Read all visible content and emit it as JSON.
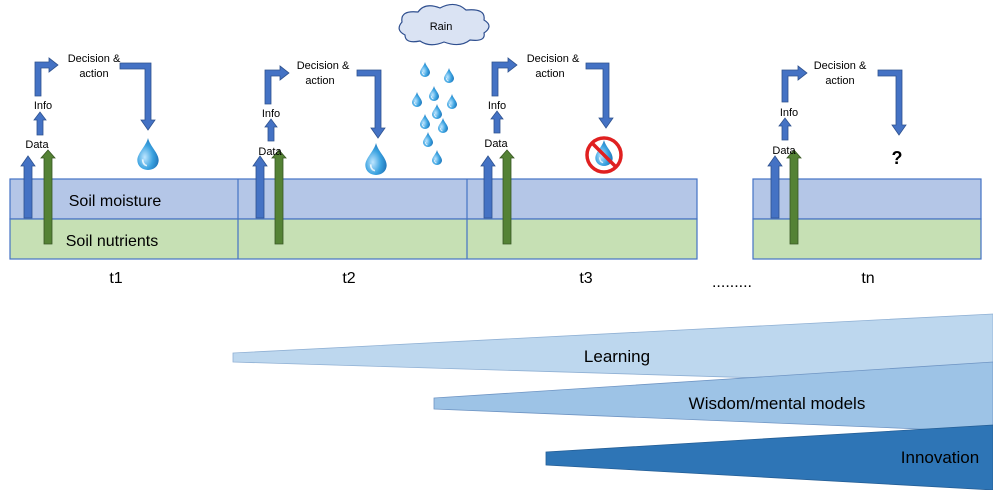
{
  "rain_label": "Rain",
  "layers": {
    "moisture_label": "Soil moisture",
    "nutrients_label": "Soil nutrients",
    "moisture_color": "#b4c6e7",
    "nutrients_color": "#c6e0b4",
    "border_color": "#4472c4"
  },
  "panels": [
    {
      "time_label": "t1",
      "data_label": "Data",
      "info_label": "Info",
      "decision_label_line1": "Decision &",
      "decision_label_line2": "action",
      "outcome": "water-drop"
    },
    {
      "time_label": "t2",
      "data_label": "Data",
      "info_label": "Info",
      "decision_label_line1": "Decision &",
      "decision_label_line2": "action",
      "outcome": "water-drop"
    },
    {
      "time_label": "t3",
      "data_label": "Data",
      "info_label": "Info",
      "decision_label_line1": "Decision &",
      "decision_label_line2": "action",
      "outcome": "no-water"
    },
    {
      "time_label": "tn",
      "data_label": "Data",
      "info_label": "Info",
      "decision_label_line1": "Decision &",
      "decision_label_line2": "action",
      "outcome": "question",
      "outcome_text": "?"
    }
  ],
  "ellipsis": ".........",
  "wedges": [
    {
      "label": "Learning",
      "color": "#bdd7ee"
    },
    {
      "label": "Wisdom/mental models",
      "color": "#9dc3e6"
    },
    {
      "label": "Innovation",
      "color": "#2e75b6"
    }
  ],
  "colors": {
    "data_arrow_blue": "#4472c4",
    "data_arrow_green": "#548235",
    "drop_blue": "#2e9bd6",
    "no_sign_red": "#e02020"
  }
}
